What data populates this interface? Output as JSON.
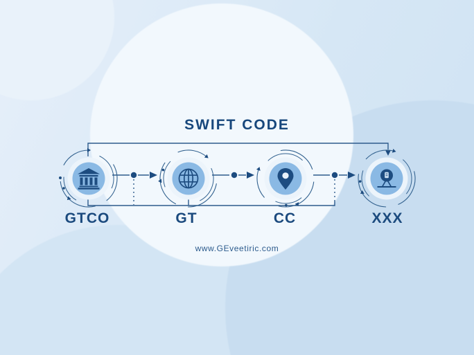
{
  "title": "SWIFT CODE",
  "footer": {
    "website": "www.GEveetiric.com"
  },
  "nodes": [
    {
      "label": "GTCO",
      "icon": "bank-icon"
    },
    {
      "label": "GT",
      "icon": "globe-icon"
    },
    {
      "label": "CC",
      "icon": "location-pin-icon"
    },
    {
      "label": "XXX",
      "icon": "branch-signpost-icon"
    }
  ],
  "colors": {
    "navy": "#1d4c80",
    "title_navy": "#17477c",
    "node_inner_fill": "#8ab9e4",
    "node_ring_fill": "#ecf4fb",
    "connector_line": "#2d5b8c",
    "background": "#d7e7f5"
  }
}
